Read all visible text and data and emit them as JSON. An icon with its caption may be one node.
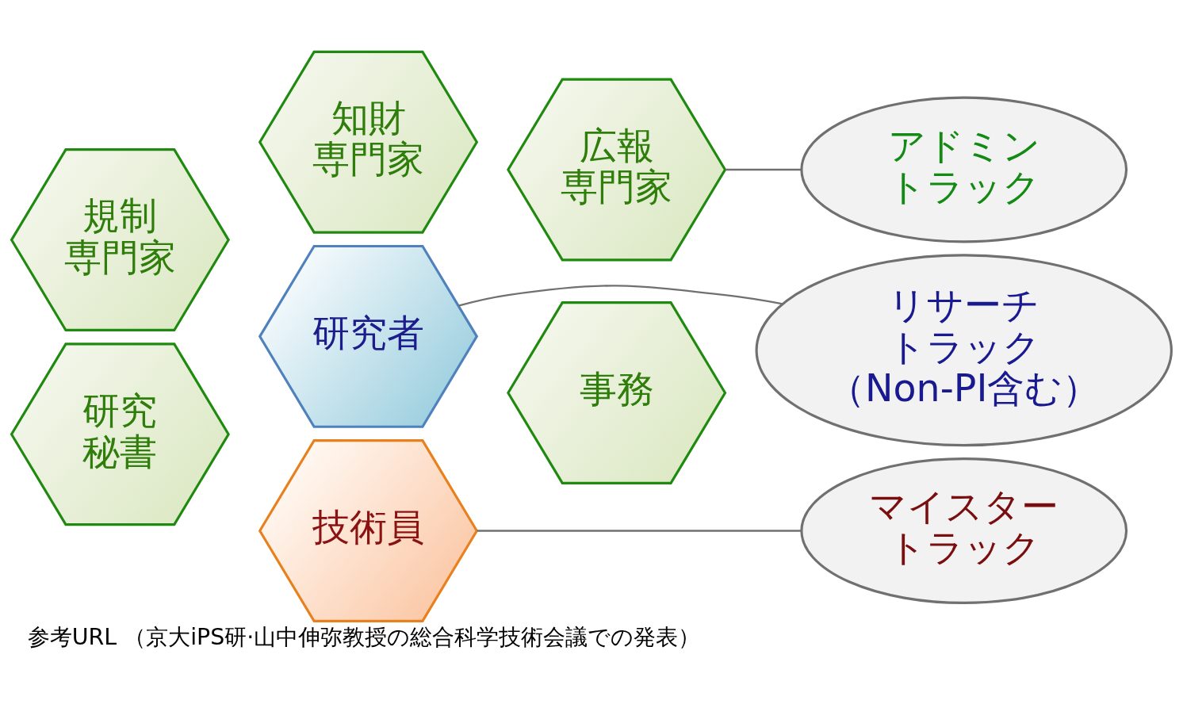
{
  "diagram": {
    "caption": "参考URL （京大iPS研·山中伸弥教授の総合科学技術会議での発表）",
    "nodes": [
      {
        "text": [
          "知財専門家"
        ]
      },
      {
        "text": [
          "規制専門家"
        ]
      },
      {
        "text": [
          "広報専門家"
        ]
      },
      {
        "text": [
          "研究者"
        ]
      },
      {
        "text": [
          "研究秘書"
        ]
      },
      {
        "text": [
          "事務"
        ]
      },
      {
        "text": [
          "技術員"
        ]
      },
      {
        "text": [
          "アドミントラック"
        ]
      },
      {
        "text": [
          "リサーチトラック（Non-PI含む）"
        ]
      },
      {
        "text": [
          "マイスタートラック"
        ]
      }
    ],
    "edges": [
      {
        "from": 7,
        "to": 2,
        "arrow": "none"
      },
      {
        "from": 8,
        "to": 3,
        "arrow": "none"
      },
      {
        "from": 9,
        "to": 6,
        "arrow": "none"
      }
    ]
  }
}
